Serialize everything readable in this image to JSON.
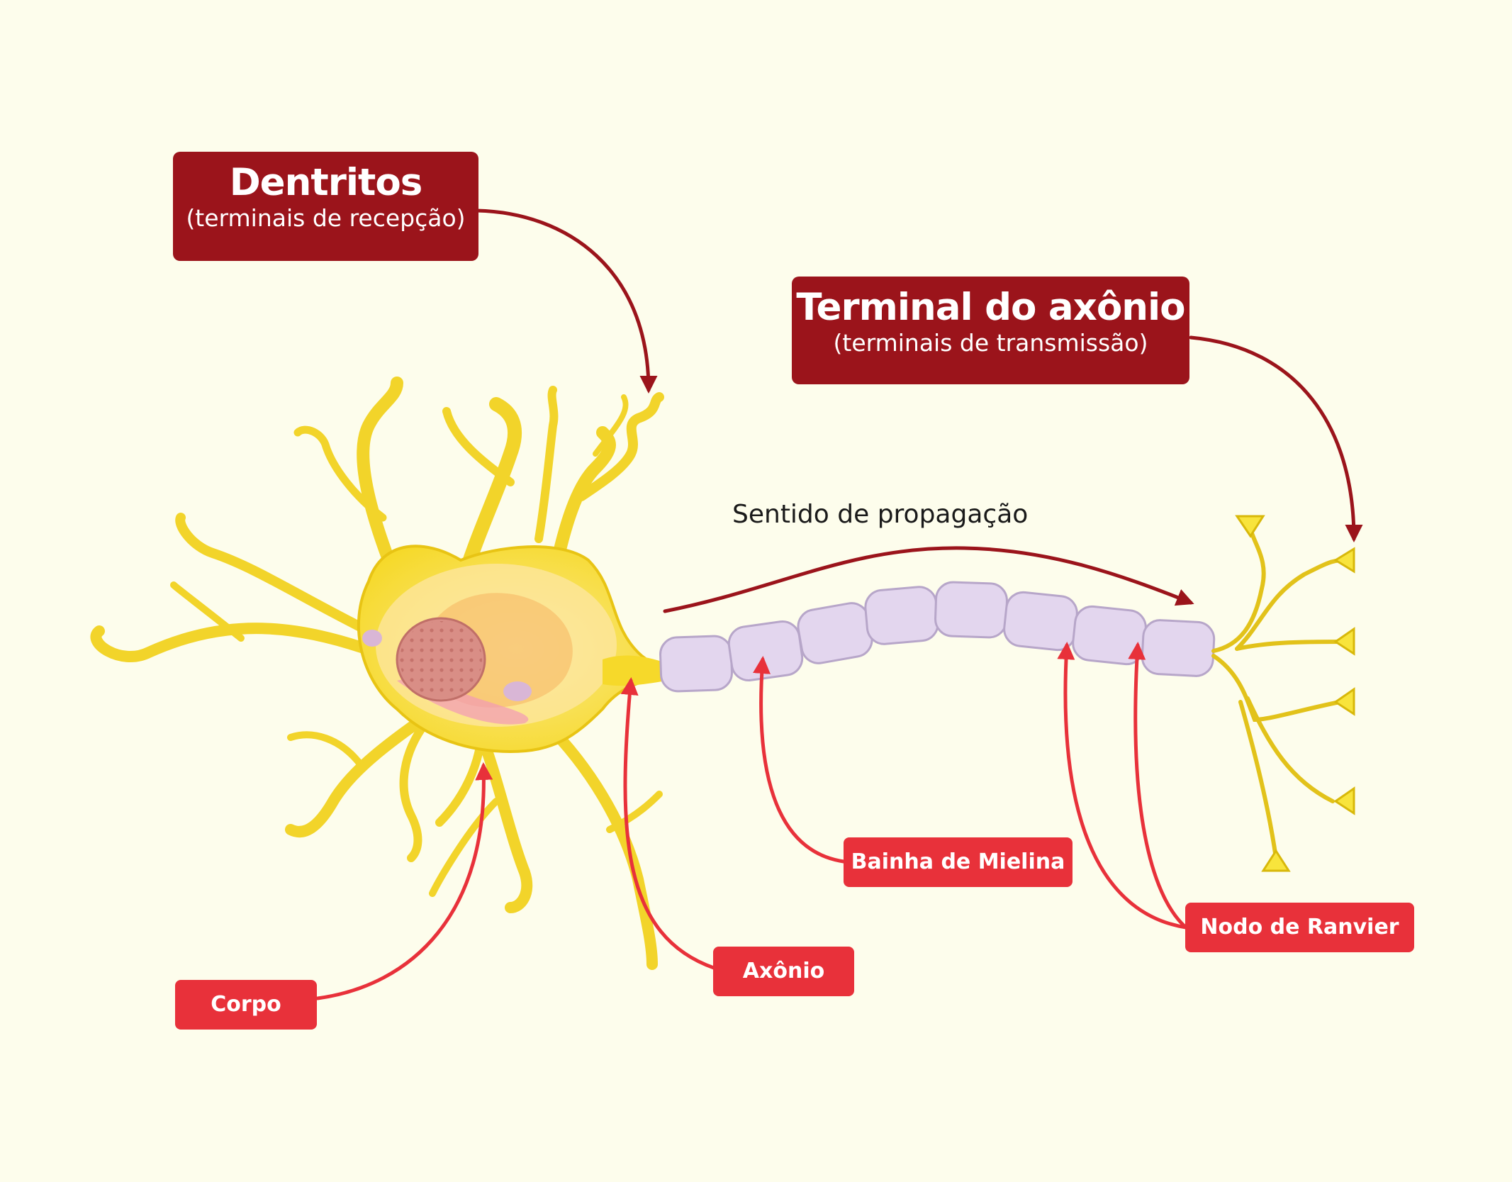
{
  "labels": {
    "dentritos": {
      "title": "Dentritos",
      "subtitle": "(terminais de recepção)"
    },
    "terminal_axonio": {
      "title": "Terminal do axônio",
      "subtitle": "(terminais de transmissão)"
    },
    "propagacao": "Sentido de propagação",
    "bainha": "Bainha de Mielina",
    "nodo": "Nodo de Ranvier",
    "axonio": "Axônio",
    "corpo": "Corpo"
  },
  "colors": {
    "background": "#fdfdec",
    "dark_red": "#9b141b",
    "bright_red": "#e8313a",
    "neuron_yellow": "#f8e43c",
    "myelin": "#e3d6ee",
    "nucleus": "#d98e86"
  },
  "icons": [
    "arrow-icon",
    "neuron-illustration"
  ]
}
